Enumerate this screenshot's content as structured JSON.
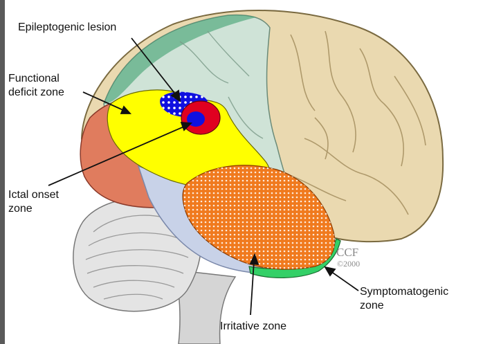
{
  "labels": {
    "epileptogenic_lesion": "Epileptogenic lesion",
    "functional_deficit_zone": [
      "Functional",
      "deficit zone"
    ],
    "ictal_onset_zone": [
      "Ictal onset",
      "zone"
    ],
    "irritative_zone": "Irritative zone",
    "symptomatogenic_zone": [
      "Symptomatogenic",
      "zone"
    ]
  },
  "watermark": {
    "brand": "CCF",
    "year": "©2000"
  },
  "colors": {
    "functional_deficit_zone": "#ffff00",
    "epileptogenic_lesion": "#1010e0",
    "ictal_onset_zone": "#e00020",
    "irritative_zone": "#f07a1e",
    "symptomatogenic_zone": "#33d067",
    "frontal_lobe": "#cfe3d7",
    "parietal_occipital": "#ead9b0",
    "temporal_lobe": "#c8d2e8",
    "prefrontal": "#e07c5e",
    "cerebellum": "#e2e2e2"
  }
}
